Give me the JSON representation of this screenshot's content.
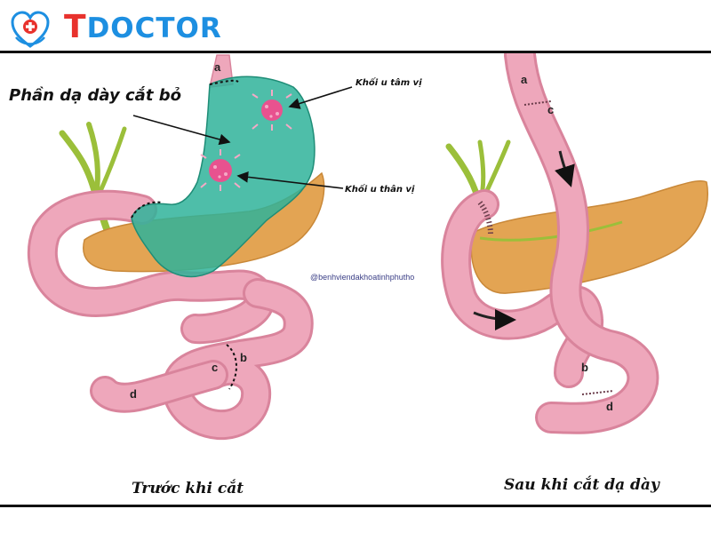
{
  "brand": {
    "name_prefix": "T",
    "name_rest": "DOCTOR"
  },
  "labels": {
    "removed_part": "Phần dạ dày cắt bỏ",
    "tumor_cardia": "Khối u tâm vị",
    "tumor_body": "Khối u thân vị"
  },
  "watermark": "@benhviendakhoatinhphutho",
  "segments": {
    "before": {
      "a": "a",
      "b": "b",
      "c": "c",
      "d": "d"
    },
    "after": {
      "a": "a",
      "b": "b",
      "c": "c",
      "d": "d"
    }
  },
  "captions": {
    "before": "Trước khi cắt",
    "after": "Sau khi cắt dạ dày"
  },
  "colors": {
    "brand_blue": "#1d8fe1",
    "brand_red": "#e8322d",
    "stomach_green": "#2fb39a",
    "intestine_pink": "#eea7bb",
    "pancreas_orange": "#e3a453",
    "tumor_pink": "#e8528f"
  },
  "icons": [
    "logo-heart-icon",
    "tumor-icon",
    "flow-arrow-icon"
  ]
}
